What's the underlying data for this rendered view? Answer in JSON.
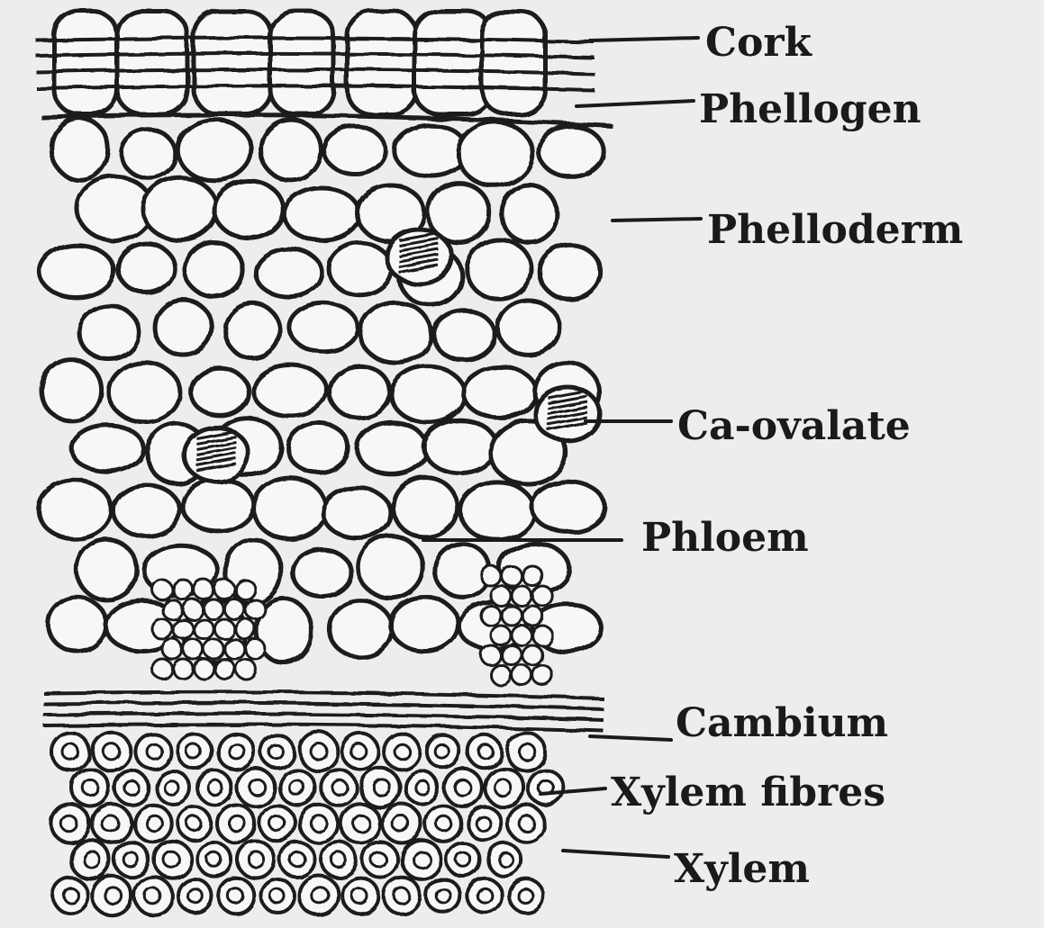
{
  "diagram": {
    "labels": {
      "cork": "Cork",
      "phellogen": "Phellogen",
      "phelloderm": "Phelloderm",
      "ca_ovalate": "Ca-ovalate",
      "phloem": "Phloem",
      "cambium": "Cambium",
      "xylem_fibres": "Xylem fibres",
      "xylem": "Xylem"
    }
  },
  "colors": {
    "paper": "#ededed",
    "ink": "#1a1a1a",
    "cell_fill": "#f7f7f7"
  }
}
